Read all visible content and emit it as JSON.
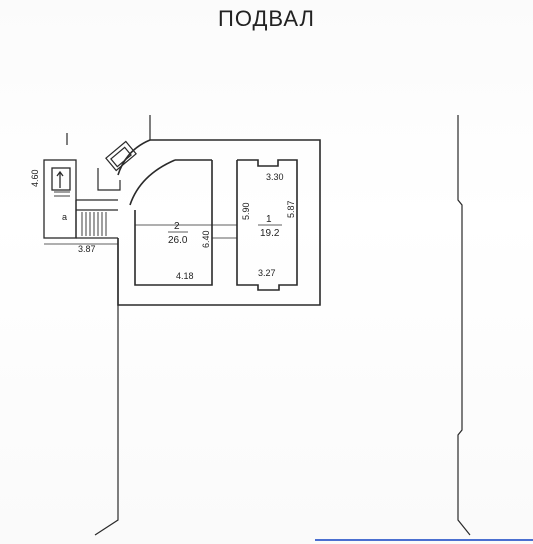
{
  "title": "ПОДВАЛ",
  "rooms": [
    {
      "number": "2",
      "area": "26.0"
    },
    {
      "number": "1",
      "area": "19.2"
    }
  ],
  "dimensions": {
    "stair_height": "4.60",
    "stair_width": "3.87",
    "room2_height": "6.40",
    "room2_width": "4.18",
    "room1_height": "5.87",
    "room1_top": "3.30",
    "room1_bottom": "3.27",
    "corridor": "5.90"
  },
  "stair_label": "a",
  "colors": {
    "line": "#2a2a2a",
    "hatch_blue": "#4a6fd0"
  }
}
